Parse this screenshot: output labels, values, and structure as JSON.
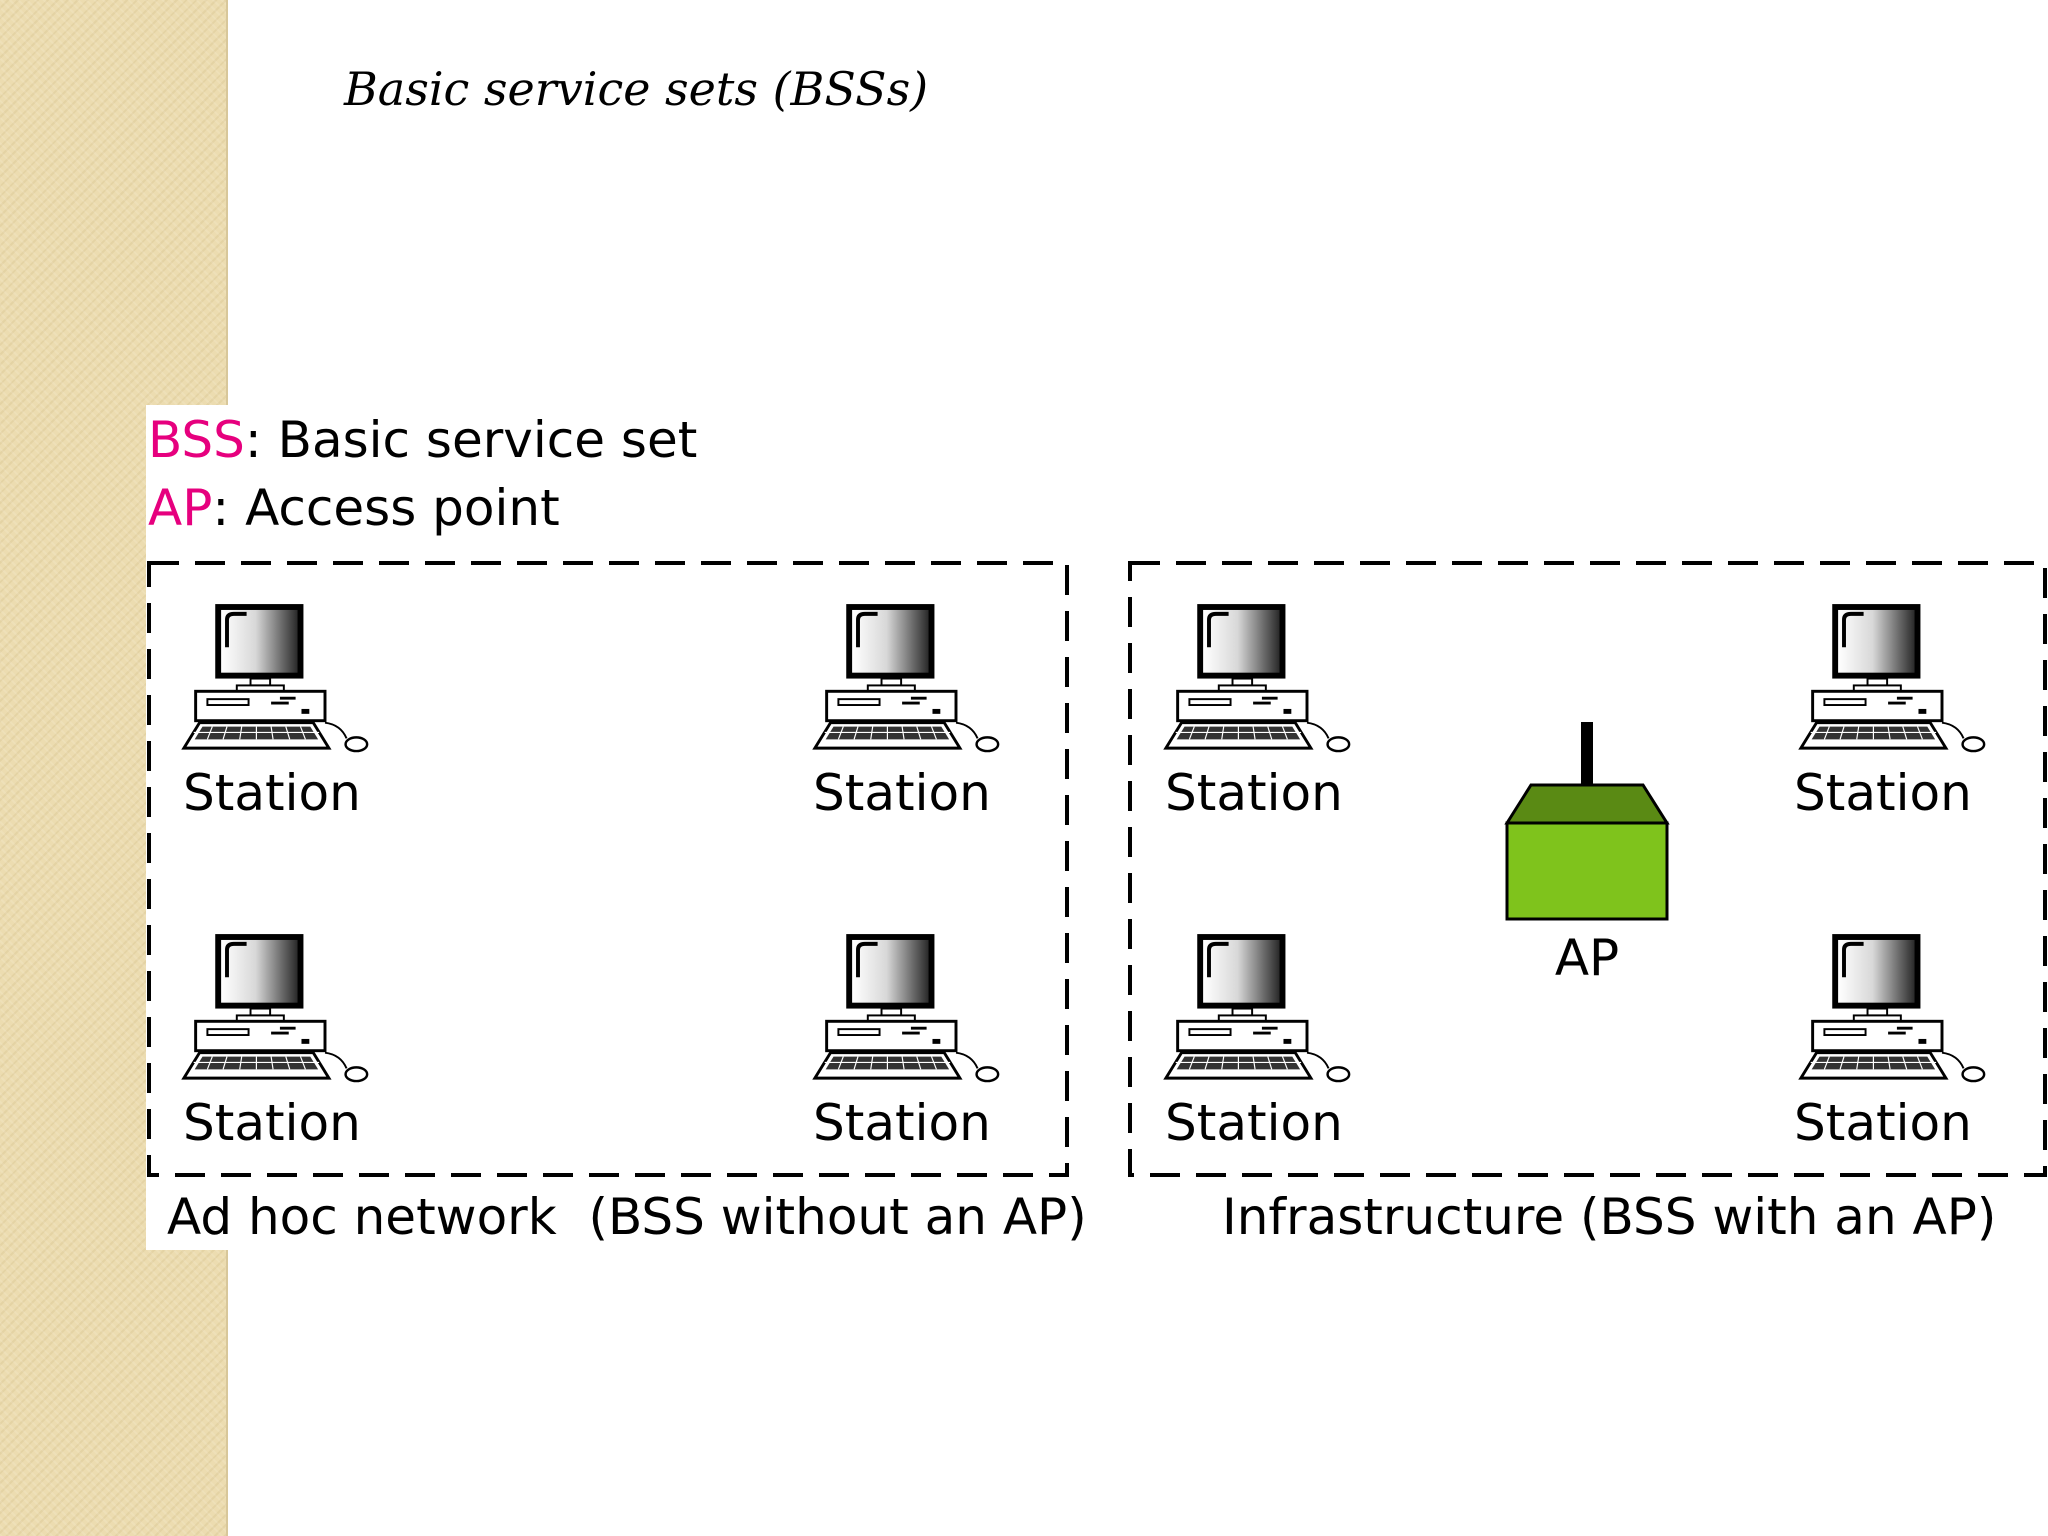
{
  "title": "Basic service sets (BSSs)",
  "legend": [
    {
      "key": "BSS",
      "separator": ": ",
      "text": "Basic service set"
    },
    {
      "key": "AP",
      "separator": ": ",
      "text": "Access point"
    }
  ],
  "adhoc": {
    "caption": "Ad hoc network  (BSS without an AP)",
    "stations": [
      "Station",
      "Station",
      "Station",
      "Station"
    ]
  },
  "infrastructure": {
    "caption": "Infrastructure (BSS with an AP)",
    "stations": [
      "Station",
      "Station",
      "Station",
      "Station"
    ],
    "ap_label": "AP"
  },
  "colors": {
    "legend_key": "#e6007e",
    "ap_body": "#7fc31c",
    "ap_top": "#5a8a14",
    "side_strip": "#ecdcb0"
  },
  "icons": {
    "station": "desktop-computer-icon",
    "access_point": "access-point-icon"
  }
}
